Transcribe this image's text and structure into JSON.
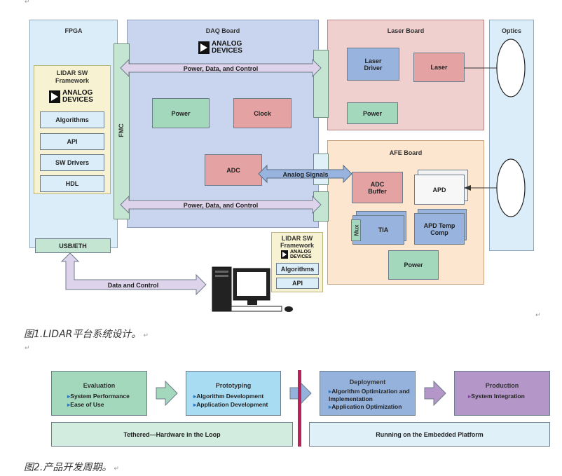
{
  "figure1": {
    "fpga": {
      "title": "FPGA",
      "framework": [
        "LIDAR SW",
        "Framework"
      ],
      "logo": [
        "ANALOG",
        "DEVICES"
      ],
      "items": [
        "Algorithms",
        "API",
        "SW Drivers",
        "HDL"
      ],
      "usb": "USB/ETH"
    },
    "fmc": "FMC",
    "daq": {
      "title": "DAQ Board",
      "logo": [
        "ANALOG",
        "DEVICES"
      ],
      "power": "Power",
      "clock": "Clock",
      "adc": "ADC",
      "bus_top": "Power, Data, and Control",
      "bus_bottom": "Power, Data, and Control",
      "analog": "Analog Signals"
    },
    "laser": {
      "title": "Laser Board",
      "driver": [
        "Laser",
        "Driver"
      ],
      "laser": "Laser",
      "power": "Power"
    },
    "afe": {
      "title": "AFE Board",
      "adc_buffer": [
        "ADC",
        "Buffer"
      ],
      "apd": "APD",
      "mux": "Mux",
      "tia": "TIA",
      "apd_temp": [
        "APD Temp",
        "Comp"
      ],
      "power": "Power"
    },
    "optics": {
      "title": "Optics"
    },
    "pc": {
      "framework": [
        "LIDAR SW",
        "Framework"
      ],
      "logo": [
        "ANALOG",
        "DEVICES"
      ],
      "items": [
        "Algorithms",
        "API"
      ],
      "link": "Data and Control"
    },
    "caption": "图1.LIDAR平台系统设计。"
  },
  "figure2": {
    "stages": [
      {
        "title": "Evaluation",
        "bullets": [
          "System Performance",
          "Ease of Use"
        ],
        "color": "#a3d8bd"
      },
      {
        "title": "Prototyping",
        "bullets": [
          "Algorithm Development",
          "Application Development"
        ],
        "color": "#a8dcf3"
      },
      {
        "title": "Deployment",
        "bullets": [
          "Algorithm Optimization and Implementation",
          "Application Optimization"
        ],
        "color": "#95b2dc"
      },
      {
        "title": "Production",
        "bullets": [
          "System Integration"
        ],
        "color": "#b496c8"
      }
    ],
    "bar_left": "Tethered—Hardware in the Loop",
    "bar_right": "Running on the Embedded Platform",
    "caption": "图2.产品开发周期。"
  },
  "marks": {
    "para": "↵"
  },
  "colors": {
    "fpga": "#daedf8",
    "daq": "#c9d5ee",
    "laser_board": "#f0cfcf",
    "afe_board": "#fde6cf",
    "green": "#a3d8bd",
    "red": "#e4a2a3",
    "blue": "#97b3de",
    "framework": "#f7f3d2",
    "bus": "#ddd3ea",
    "divider": "#b8245a"
  }
}
